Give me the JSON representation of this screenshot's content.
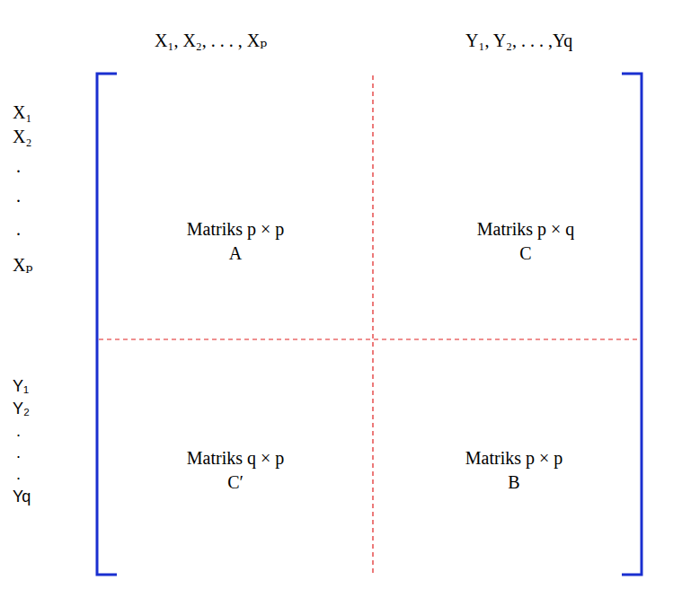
{
  "diagram": {
    "labels": [
      "X₁, X₂, . . . , Xₚ",
      "Y₁, Y₂, . . . ,Yq",
      "X₁",
      "X₂",
      ".",
      ".",
      ".",
      "Xₚ",
      "Y₁",
      "Y₂",
      ".",
      ".",
      ".",
      "Yq",
      "Matriks p × p",
      "A",
      "Matriks p × q",
      "C",
      "Matriks q × p",
      "C′",
      "Matriks p × p",
      "B"
    ]
  }
}
